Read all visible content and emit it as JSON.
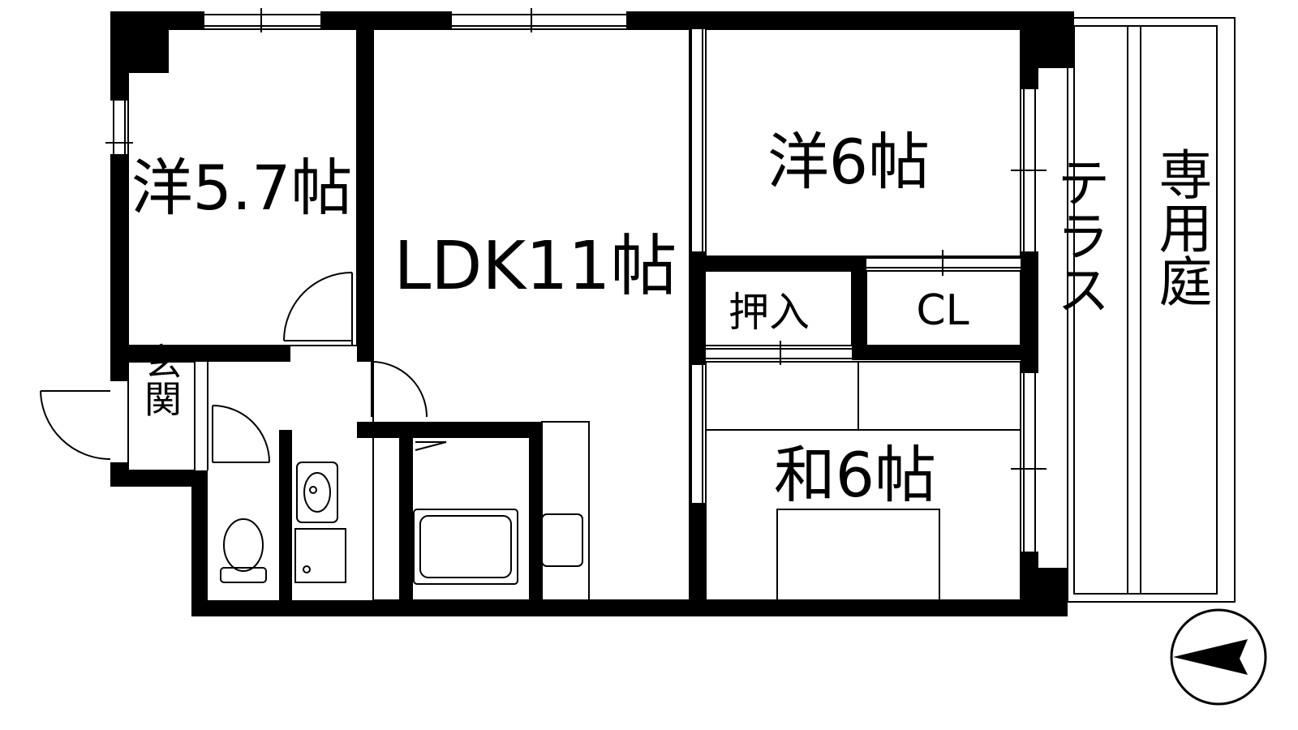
{
  "floorplan": {
    "rooms": {
      "western_room_a": "洋5.7帖",
      "ldk": "LDK11帖",
      "western_room_b": "洋6帖",
      "oshiire": "押入",
      "closet": "CL",
      "japanese_room": "和6帖",
      "entrance": "玄関",
      "terrace": "テラス",
      "private_garden": "専用庭"
    }
  }
}
